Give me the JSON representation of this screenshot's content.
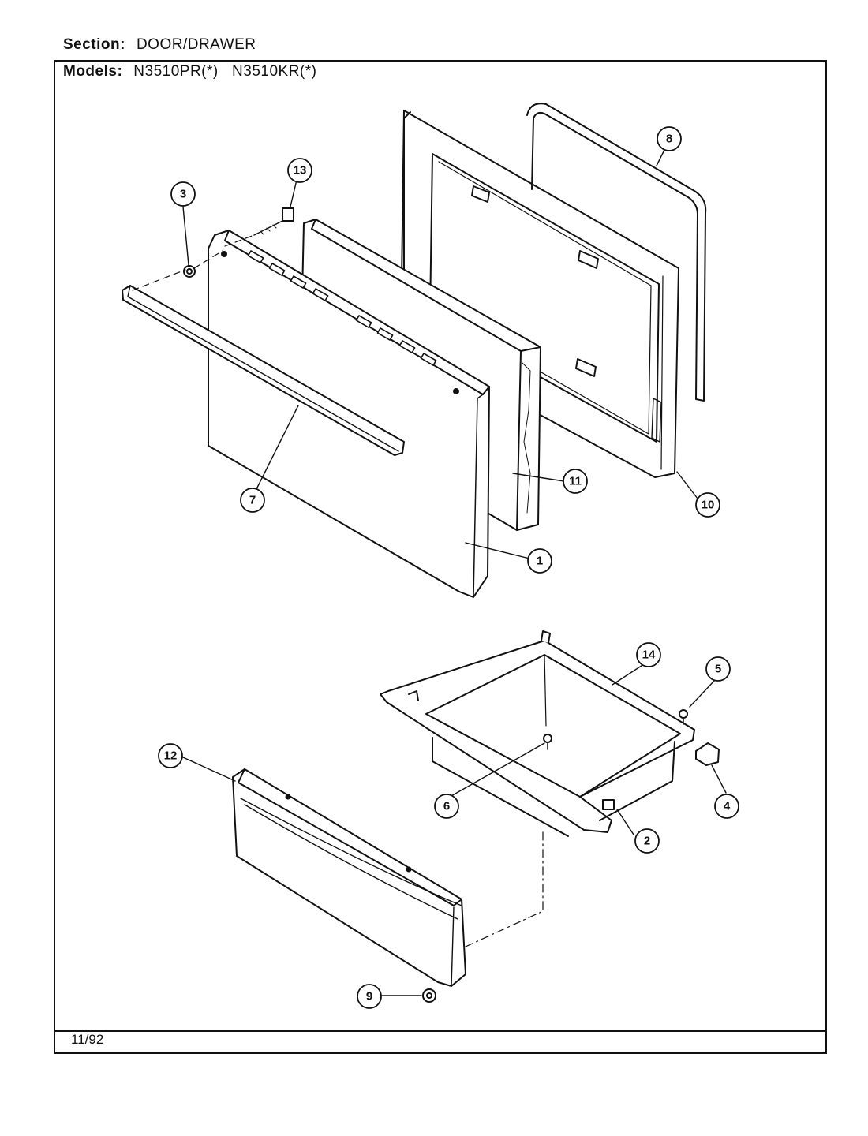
{
  "header": {
    "section_label": "Section:",
    "section_value": "DOOR/DRAWER",
    "models_label": "Models:",
    "models_value": "N3510PR(*)   N3510KR(*)"
  },
  "footer": {
    "date": "11/92"
  },
  "callouts": [
    "1",
    "2",
    "3",
    "4",
    "5",
    "6",
    "7",
    "8",
    "9",
    "10",
    "11",
    "12",
    "13",
    "14"
  ]
}
